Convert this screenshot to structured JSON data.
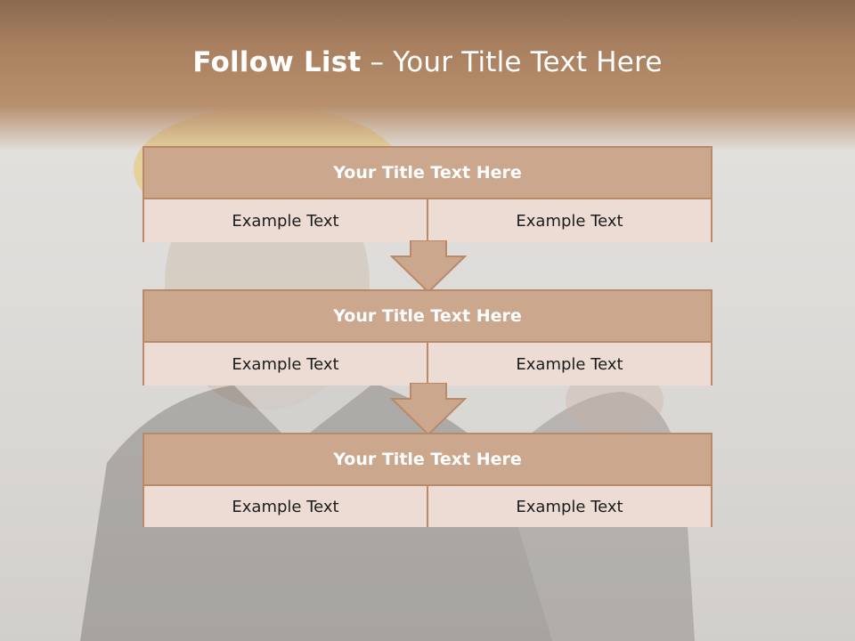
{
  "slide": {
    "title_bold": "Follow List",
    "title_rest": " – Your Title Text Here"
  },
  "blocks": [
    {
      "title": "Your Title Text Here",
      "left": "Example Text",
      "right": "Example Text"
    },
    {
      "title": "Your Title Text Here",
      "left": "Example Text",
      "right": "Example Text"
    },
    {
      "title": "Your Title Text Here",
      "left": "Example Text",
      "right": "Example Text"
    }
  ],
  "colors": {
    "header": "#a9805f",
    "block_border": "#b98a6a",
    "block_header": "#cba78e",
    "cell_fill": "#ecdcd3",
    "arrow_fill": "#cba78e"
  },
  "icons": {
    "connector": "down-arrow-icon"
  }
}
